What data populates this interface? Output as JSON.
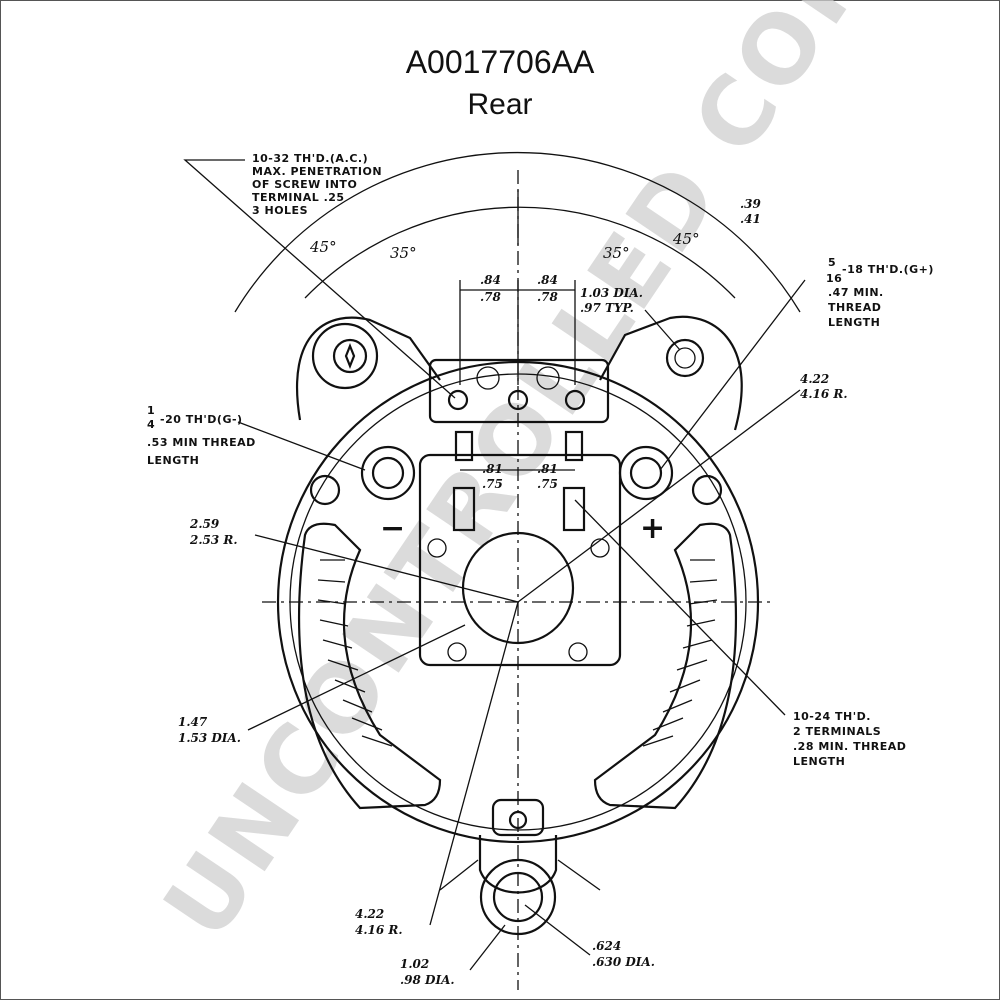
{
  "header": {
    "part_number": "A0017706AA",
    "view": "Rear"
  },
  "watermark": "UNCONTROLLED COPY",
  "angles": {
    "left_outer": "45°",
    "left_inner": "35°",
    "right_inner": "35°",
    "right_outer": "45°"
  },
  "notes": {
    "screw_line1": "10-32 TH'D.(A.C.)",
    "screw_line2": "MAX. PENETRATION",
    "screw_line3": "OF SCREW INTO",
    "screw_line4": "TERMINAL .25",
    "screw_line5": "3 HOLES",
    "g_minus_fraction_top": "1",
    "g_minus_fraction_bottom": "4",
    "g_minus_line1": "-20 TH'D(G-)",
    "g_minus_line2": ".53 MIN THREAD",
    "g_minus_line3": "LENGTH",
    "g_plus_fraction_top": "5",
    "g_plus_fraction_bottom": "16",
    "g_plus_line1": "-18 TH'D.(G+)",
    "g_plus_line2": ".47 MIN.",
    "g_plus_line3": "THREAD",
    "g_plus_line4": "LENGTH",
    "term_line1": "10-24 TH'D.",
    "term_line2": "2 TERMINALS",
    "term_line3": ".28 MIN. THREAD",
    "term_line4": "LENGTH"
  },
  "dimensions": {
    "top_left_max": ".84",
    "top_left_min": ".78",
    "top_right_max": ".84",
    "top_right_min": ".78",
    "hole_dia_max": "1.03 DIA.",
    "hole_dia_min": ".97 TYP.",
    "top_corner_max": ".39",
    "top_corner_min": ".41",
    "mid_left_max": ".81",
    "mid_left_min": ".75",
    "mid_right_max": ".81",
    "mid_right_min": ".75",
    "radius_right_max": "4.22",
    "radius_right_min": "4.16 R.",
    "radius_inner_max": "2.59",
    "radius_inner_min": "2.53 R.",
    "bore_dia_max": "1.47",
    "bore_dia_min": "1.53 DIA.",
    "radius_bottom_max": "4.22",
    "radius_bottom_min": "4.16 R.",
    "boss_dia_max": "1.02",
    "boss_dia_min": ".98 DIA.",
    "pin_dia_max": ".624",
    "pin_dia_min": ".630 DIA."
  },
  "terminal_signs": {
    "negative": "−",
    "positive": "+"
  }
}
